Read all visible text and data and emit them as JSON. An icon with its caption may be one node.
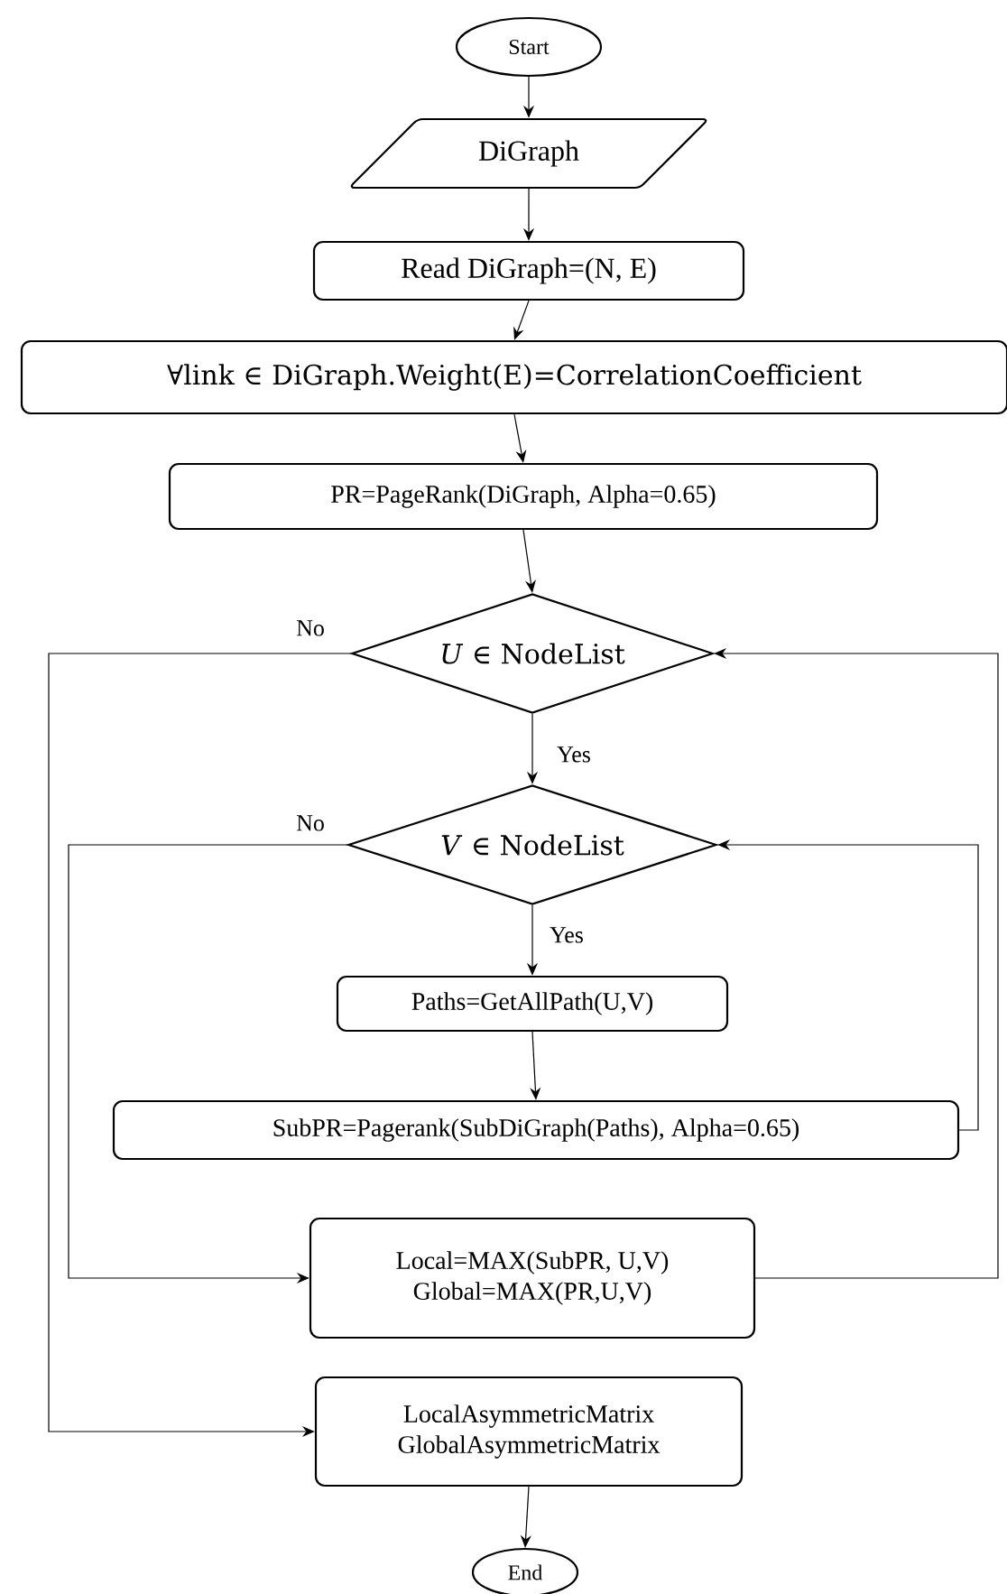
{
  "diagram": {
    "nodes": [
      {
        "text": [
          "Start"
        ]
      },
      {
        "text": [
          "DiGraph"
        ]
      },
      {
        "text": [
          "Read DiGraph=(N, E)"
        ]
      },
      {
        "text": [
          "∀link ∈ DiGraph.Weight(E)=CorrelationCoefficient"
        ]
      },
      {
        "text": [
          "PR=PageRank(DiGraph, Alpha=0.65)"
        ]
      },
      {
        "text": [
          "*U* ∈ NodeList"
        ]
      },
      {
        "text": [
          "*V* ∈ NodeList"
        ]
      },
      {
        "text": [
          "Paths=GetAllPath(U,V)"
        ]
      },
      {
        "text": [
          "SubPR=Pagerank(SubDiGraph(Paths), Alpha=0.65)"
        ]
      },
      {
        "text": [
          "Local=MAX(SubPR, U,V)",
          "Global=MAX(PR,U,V)"
        ]
      },
      {
        "text": [
          "LocalAsymmetricMatrix",
          "GlobalAsymmetricMatrix"
        ]
      },
      {
        "text": [
          "End"
        ]
      }
    ],
    "edges": [
      {
        "from": 0,
        "to": 1,
        "arrow": "to"
      },
      {
        "from": 1,
        "to": 2,
        "arrow": "to"
      },
      {
        "from": 2,
        "to": 3,
        "arrow": "to"
      },
      {
        "from": 3,
        "to": 4,
        "arrow": "to"
      },
      {
        "from": 4,
        "to": 5,
        "arrow": "to"
      },
      {
        "from": 5,
        "to": 6,
        "label": "Yes",
        "arrow": "to"
      },
      {
        "from": 6,
        "to": 7,
        "label": "Yes",
        "arrow": "to"
      },
      {
        "from": 7,
        "to": 8,
        "arrow": "to"
      },
      {
        "from": 8,
        "to": 6,
        "arrow": "to"
      },
      {
        "from": 6,
        "to": 9,
        "label": "No",
        "arrow": "to"
      },
      {
        "from": 9,
        "to": 5,
        "arrow": "to"
      },
      {
        "from": 5,
        "to": 10,
        "label": "No",
        "arrow": "to"
      },
      {
        "from": 10,
        "to": 11,
        "arrow": "to"
      }
    ]
  }
}
